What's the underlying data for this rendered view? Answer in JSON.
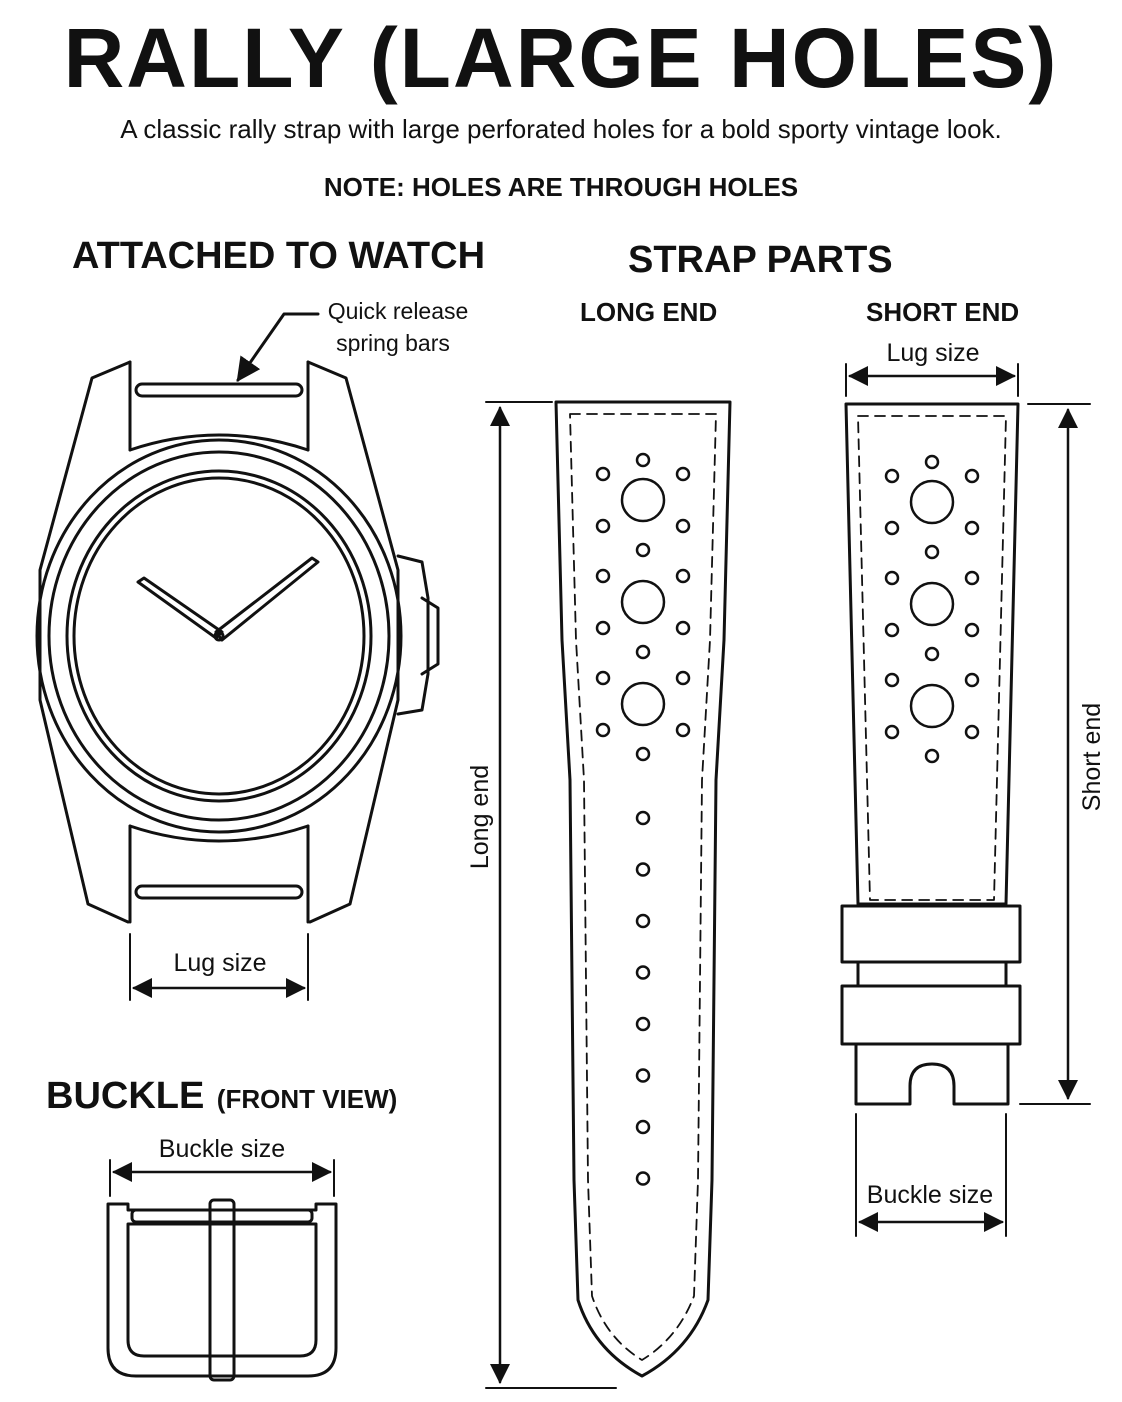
{
  "title": "RALLY (LARGE HOLES)",
  "subtitle": "A classic rally strap with large perforated holes for a bold sporty vintage look.",
  "note": "NOTE: HOLES ARE THROUGH HOLES",
  "attached": {
    "heading": "ATTACHED TO WATCH",
    "spring_bars_line1": "Quick release",
    "spring_bars_line2": "spring bars",
    "lug_size": "Lug size"
  },
  "buckle": {
    "heading": "BUCKLE",
    "heading_sub": "(FRONT VIEW)",
    "buckle_size": "Buckle size"
  },
  "strap_parts": {
    "heading": "STRAP PARTS",
    "long_end": {
      "heading": "LONG END",
      "dimension": "Long end"
    },
    "short_end": {
      "heading": "SHORT END",
      "lug_size": "Lug size",
      "dimension": "Short end",
      "buckle_size": "Buckle size"
    }
  },
  "colors": {
    "line": "#111111",
    "background": "#ffffff"
  }
}
